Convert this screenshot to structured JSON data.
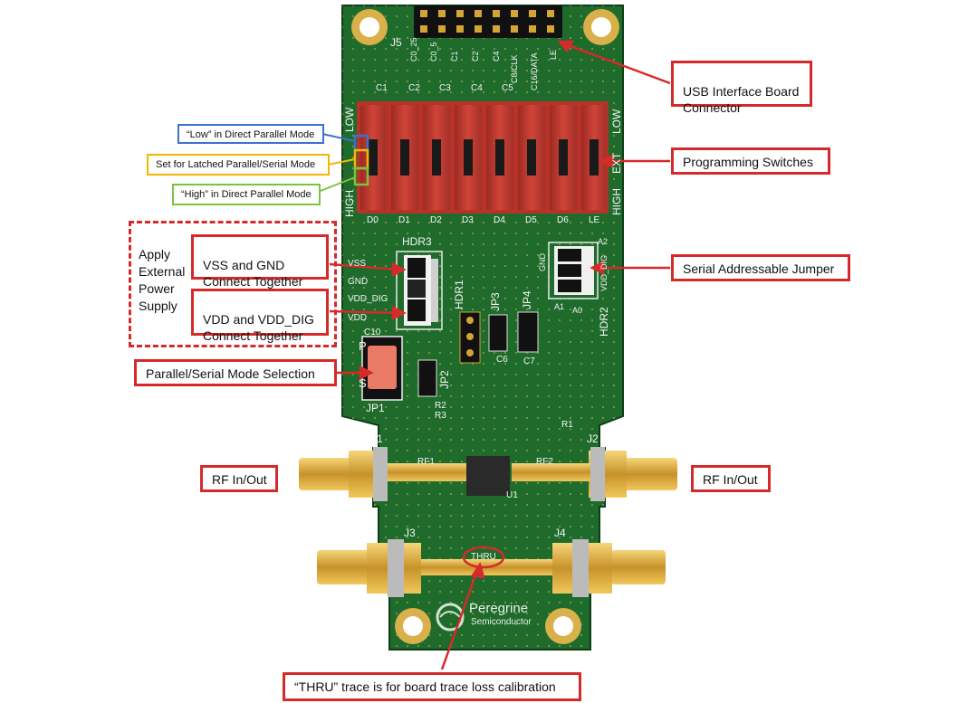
{
  "board": {
    "top_labels": [
      "C0_25",
      "C0_5",
      "C1",
      "C2",
      "C4",
      "C8/CLK",
      "C16/DATA",
      "LE"
    ],
    "header_j5": "J5",
    "cap_labels": [
      "C1",
      "C2",
      "C3",
      "C4",
      "C5"
    ],
    "side_low": "LOW",
    "side_high": "HIGH",
    "side_ext": "EXT",
    "switch_labels": [
      "D0",
      "D1",
      "D2",
      "D3",
      "D4",
      "D5",
      "D6",
      "LE"
    ],
    "hdr3": "HDR3",
    "hdr1": "HDR1",
    "hdr2": "HDR2",
    "jp3": "JP3",
    "jp4": "JP4",
    "jp2": "JP2",
    "jp1": "JP1",
    "pins": [
      "VSS",
      "GND",
      "VDD_DIG",
      "VDD"
    ],
    "c10": "C10",
    "c6": "C6",
    "c7": "C7",
    "hdr2_pins": [
      "A2",
      "GND",
      "A1",
      "VDD_DIG",
      "A0"
    ],
    "p_label": "P",
    "s_label": "S",
    "r_labels": [
      "R2",
      "R3",
      "R1"
    ],
    "j1": "J1",
    "j2": "J2",
    "j3": "J3",
    "j4": "J4",
    "rf1": "RF1",
    "rf2": "RF2",
    "u1": "U1",
    "thru": "THRU",
    "brand": "Peregrine",
    "brand_sub": "Semiconductor"
  },
  "callouts": {
    "usb": "USB Interface Board\nConnector",
    "programming": "Programming Switches",
    "low_direct": "“Low” in Direct Parallel Mode",
    "latched": "Set for Latched Parallel/Serial Mode",
    "high_direct": "“High” in Direct  Parallel Mode",
    "apply_power": "Apply\nExternal\nPower\nSupply",
    "vss_gnd": "VSS and GND\nConnect Together",
    "vdd_dig": "VDD and VDD_DIG\nConnect Together",
    "serial_jumper": "Serial Addressable Jumper",
    "mode_selection": "Parallel/Serial Mode Selection",
    "rf_left": "RF In/Out",
    "rf_right": "RF In/Out",
    "thru_trace": "“THRU” trace is for board trace loss calibration"
  },
  "colors": {
    "pcb": "#1f6b2c",
    "pcb_dark": "#15501f",
    "switch_red": "#c0392b",
    "gold": "#d4a534",
    "callout_red": "#d62a2a",
    "blue": "#3a73c8",
    "yellow": "#f2b705",
    "green": "#7cc242"
  }
}
